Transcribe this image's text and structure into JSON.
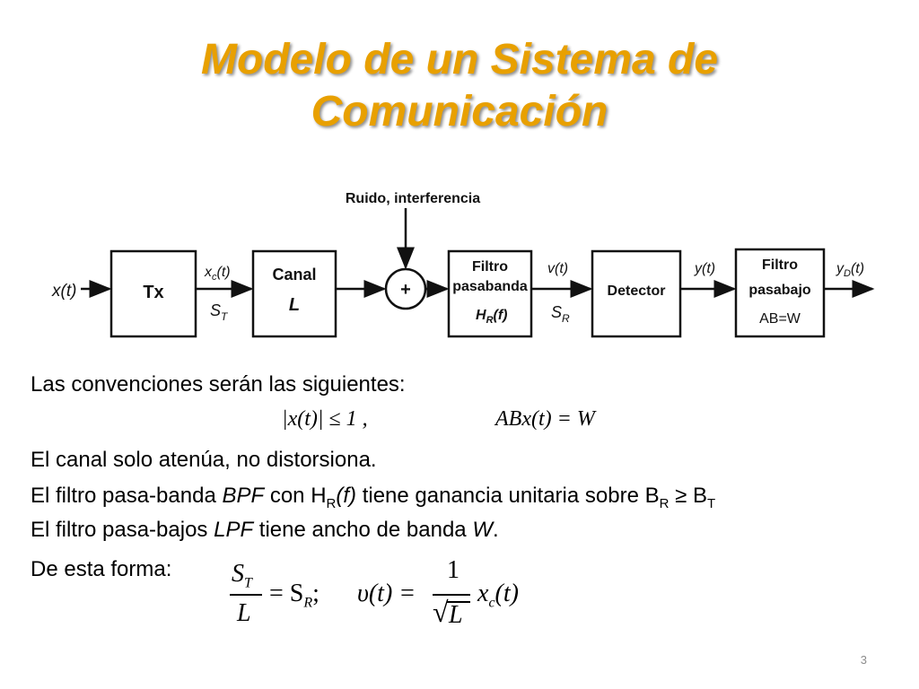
{
  "title": {
    "line1": "Modelo de un Sistema de",
    "line2": "Comunicación",
    "color": "#E8A000"
  },
  "diagram": {
    "noise_label": "Ruido, interferencia",
    "input": "x(t)",
    "tx": "Tx",
    "xc": "x",
    "xc_sub": "c",
    "xc_arg": "(t)",
    "st": "S",
    "st_sub": "T",
    "canal_line1": "Canal",
    "canal_line2": "L",
    "sum": "+",
    "bpf_line1": "Filtro",
    "bpf_line2": "pasabanda",
    "bpf_line3": "H",
    "bpf_line3_sub": "R",
    "bpf_line3_arg": "(f)",
    "v": "v(t)",
    "sr": "S",
    "sr_sub": "R",
    "detector": "Detector",
    "y": "y(t)",
    "lpf_line1": "Filtro",
    "lpf_line2": "pasabajo",
    "lpf_line3": "AB=W",
    "yd": "y",
    "yd_sub": "D",
    "yd_arg": "(t)"
  },
  "text": {
    "intro": "Las convenciones serán las siguientes:",
    "conv1": "|x(t)| ≤ 1 ,",
    "conv2": "ABx(t) = W",
    "line_canal": "El canal solo atenúa, no distorsiona.",
    "bpf_a": "El filtro pasa-banda ",
    "bpf_b": "BPF",
    "bpf_c": " con ",
    "bpf_d": "H",
    "bpf_d_sub": "R",
    "bpf_e": "(f)",
    "bpf_f": " tiene ganancia unitaria sobre ",
    "bpf_g": "B",
    "bpf_g_sub": "R",
    "bpf_h": " ≥ ",
    "bpf_i": "B",
    "bpf_i_sub": "T",
    "lpf_a": "El filtro pasa-bajos ",
    "lpf_b": "LPF",
    "lpf_c": " tiene ancho de banda ",
    "lpf_d": "W",
    "lpf_e": ".",
    "esta_forma": "De esta forma:"
  },
  "equation": {
    "st": "S",
    "st_sub": "T",
    "den_l": "L",
    "eq1": "= S",
    "sr_sub": "R",
    "semi": ";",
    "v": "υ(t) =",
    "one": "1",
    "sqrt": "√",
    "sqrt_l": "L",
    "xc": "x",
    "xc_sub": "c",
    "xc_arg": "(t)"
  },
  "page_number": "3"
}
